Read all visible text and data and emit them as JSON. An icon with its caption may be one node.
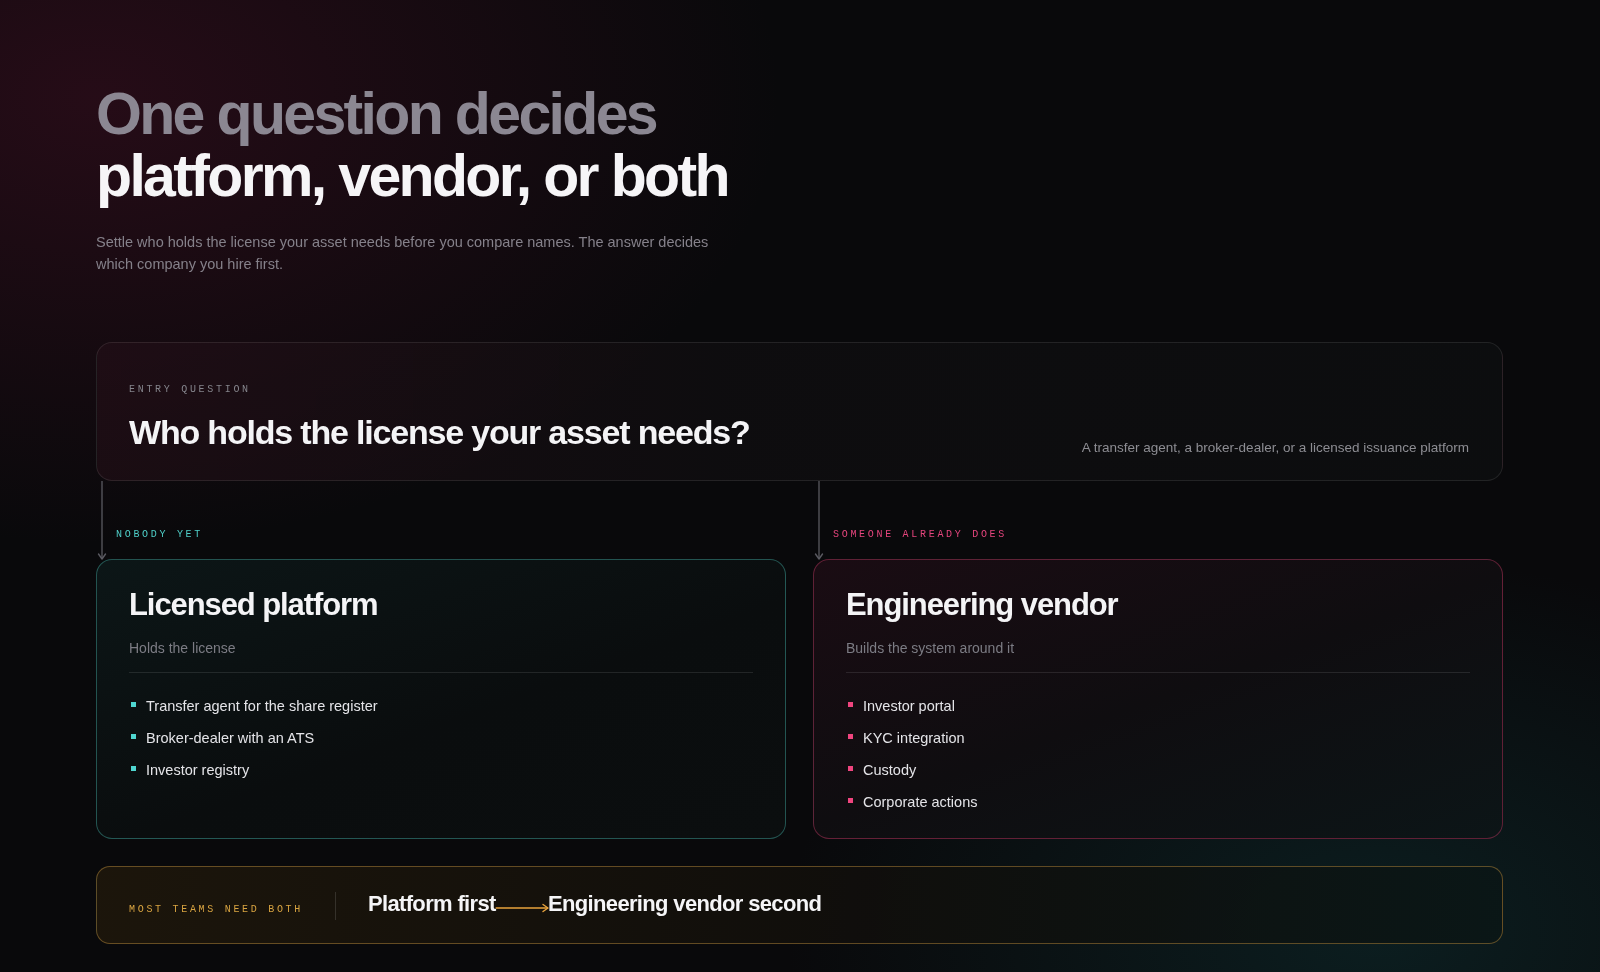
{
  "diagram": {
    "title": "One question decides platform, vendor, or both",
    "nodes": [
      {
        "text": [
          "ENTRY QUESTION",
          "Who holds the license your asset needs?",
          "A transfer agent, a broker-dealer, or a licensed issuance platform"
        ]
      },
      {
        "text": [
          "Licensed platform",
          "Holds the license",
          "Transfer agent for the share register",
          "Broker-dealer with an ATS",
          "Investor registry"
        ]
      },
      {
        "text": [
          "Engineering vendor",
          "Builds the system around it",
          "Investor portal",
          "KYC integration",
          "Custody",
          "Corporate actions"
        ]
      },
      {
        "text": [
          "MOST TEAMS NEED BOTH"
        ]
      },
      {
        "text": [
          "Platform first"
        ],
        "in": 3
      },
      {
        "text": [
          "Engineering vendor second"
        ],
        "in": 3
      }
    ],
    "edges": [
      {
        "from": 0,
        "to": 1,
        "arrow": "to",
        "label": "NOBODY YET"
      },
      {
        "from": 0,
        "to": 2,
        "arrow": "to",
        "label": "SOMEONE ALREADY DOES"
      },
      {
        "from": 4,
        "to": 5,
        "arrow": "to",
        "color": "#e8a33d"
      }
    ],
    "labels": [
      "Settle who holds the license your asset needs before you compare names. The answer decides which company you hire first."
    ]
  }
}
